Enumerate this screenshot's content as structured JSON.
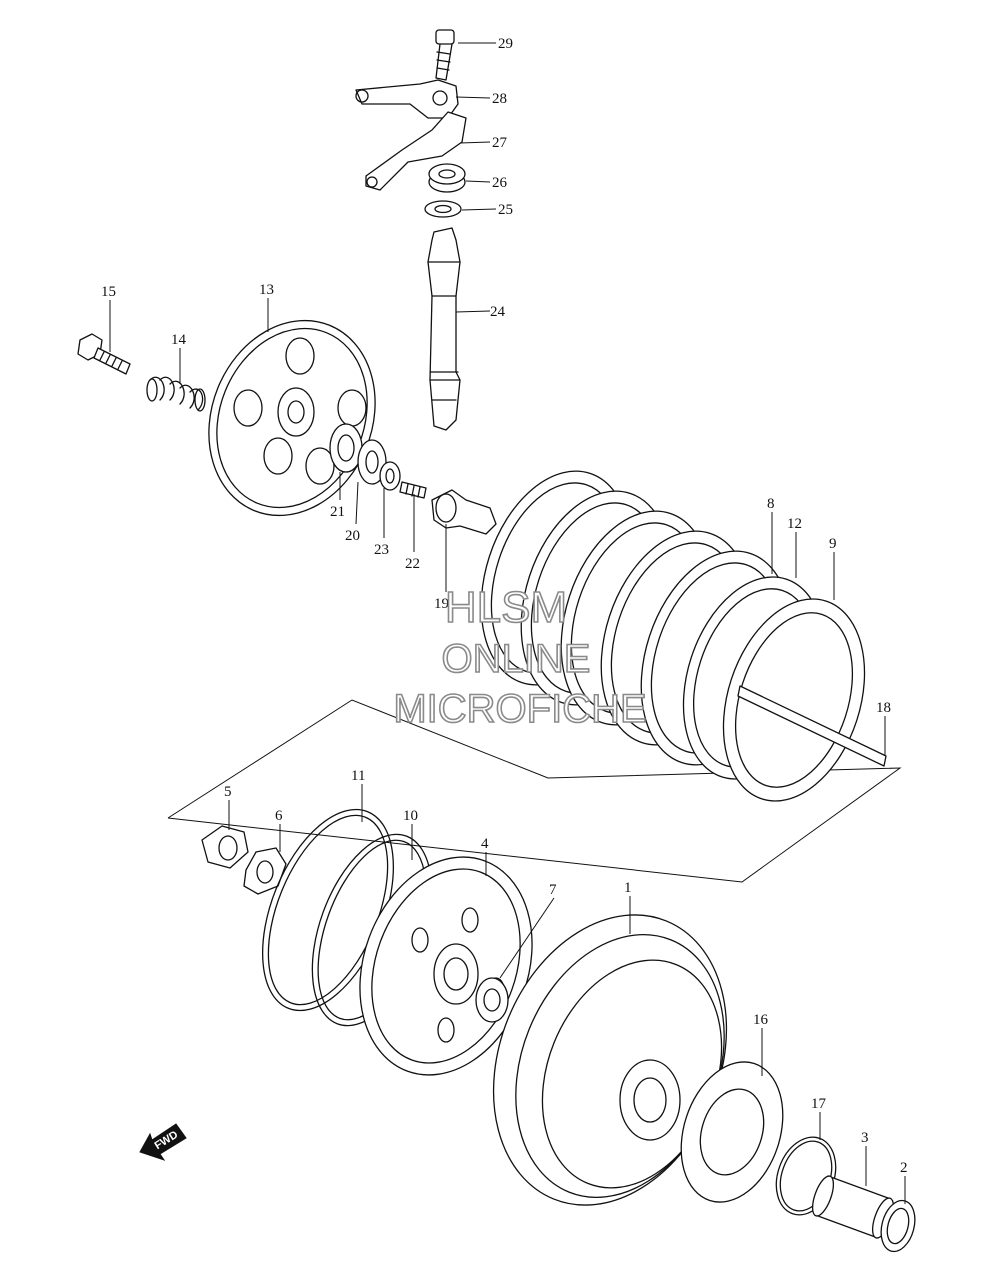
{
  "parts": [
    {
      "label": "1"
    },
    {
      "label": "2"
    },
    {
      "label": "3"
    },
    {
      "label": "4"
    },
    {
      "label": "5"
    },
    {
      "label": "6"
    },
    {
      "label": "7"
    },
    {
      "label": "8"
    },
    {
      "label": "9"
    },
    {
      "label": "10"
    },
    {
      "label": "11"
    },
    {
      "label": "12"
    },
    {
      "label": "13"
    },
    {
      "label": "14"
    },
    {
      "label": "15"
    },
    {
      "label": "16"
    },
    {
      "label": "17"
    },
    {
      "label": "18"
    },
    {
      "label": "19"
    },
    {
      "label": "20"
    },
    {
      "label": "21"
    },
    {
      "label": "22"
    },
    {
      "label": "23"
    },
    {
      "label": "24"
    },
    {
      "label": "25"
    },
    {
      "label": "26"
    },
    {
      "label": "27"
    },
    {
      "label": "28"
    },
    {
      "label": "29"
    }
  ],
  "watermark": {
    "line1": "HLSM",
    "line2": "ONLINE",
    "line3": "MICROFICHE"
  },
  "direction_marker": {
    "text": "FWD",
    "icon": "forward-arrow-icon"
  }
}
